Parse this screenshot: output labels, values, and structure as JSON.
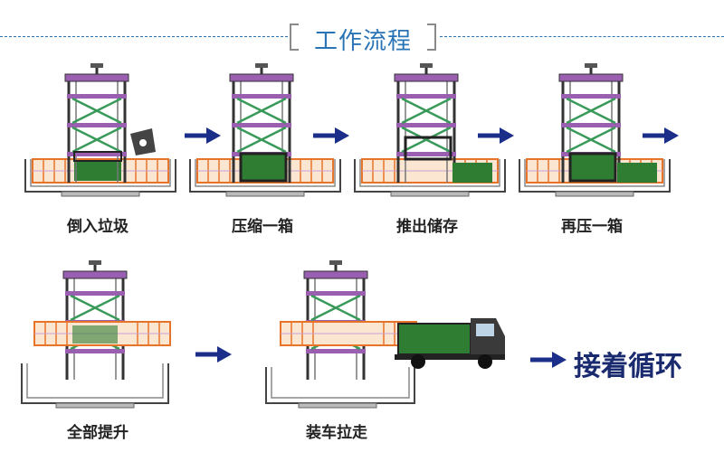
{
  "header": {
    "title": "工作流程"
  },
  "steps": [
    {
      "label": "倒入垃圾"
    },
    {
      "label": "压缩一箱"
    },
    {
      "label": "推出储存"
    },
    {
      "label": "再压一箱"
    },
    {
      "label": "全部提升"
    },
    {
      "label": "装车拉走"
    }
  ],
  "loop_label": "接着循环",
  "colors": {
    "accent_blue": "#2a74b6",
    "arrow_navy": "#1a2e8a",
    "frame_purple": "#9a5fb0",
    "bracing_green": "#3a9a5a",
    "container_orange": "#e8742a",
    "waste_green": "#2e7d32",
    "frame_dark": "#333333"
  }
}
